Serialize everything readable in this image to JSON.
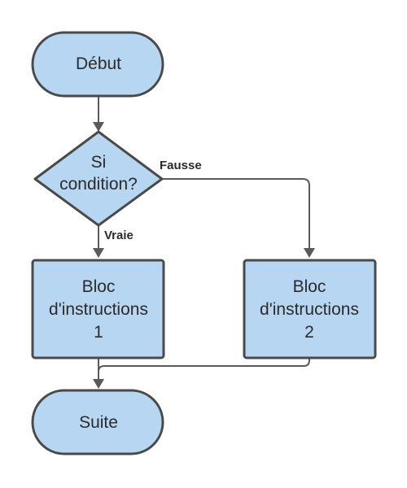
{
  "diagram": {
    "nodes": {
      "start": {
        "lines": [
          "Début"
        ]
      },
      "decision": {
        "lines": [
          "Si",
          "condition?"
        ]
      },
      "block1": {
        "lines": [
          "Bloc",
          "d'instructions",
          "1"
        ]
      },
      "block2": {
        "lines": [
          "Bloc",
          "d'instructions",
          "2"
        ]
      },
      "end": {
        "lines": [
          "Suite"
        ]
      }
    },
    "edges": {
      "false_label": "Fausse",
      "true_label": "Vraie"
    },
    "colors": {
      "node_fill": "#b7d6f2",
      "node_stroke": "#4a4a4a",
      "edge": "#5a5a5a",
      "text": "#2b2b2b"
    }
  }
}
